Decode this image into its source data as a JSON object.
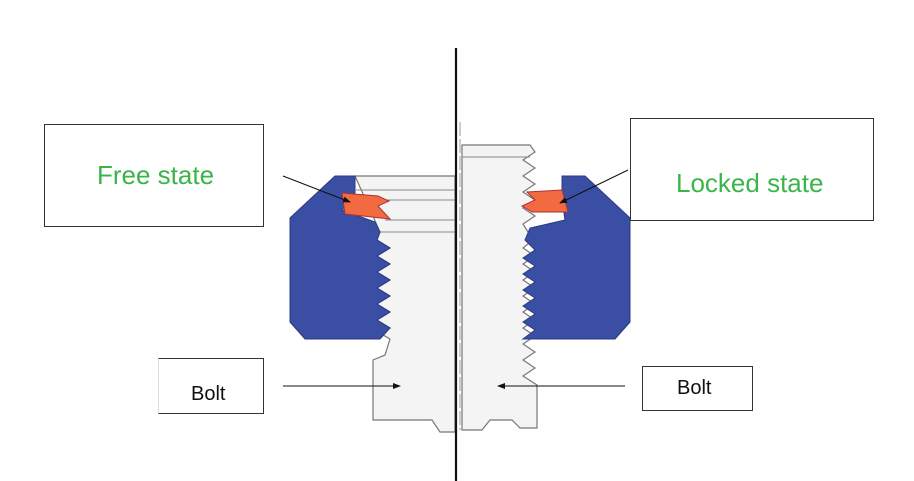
{
  "labels": {
    "free_state": "Free state",
    "locked_state": "Locked state",
    "bolt_left": "Bolt",
    "bolt_right": "Bolt"
  },
  "colors": {
    "nut": "#3a4fa3",
    "insert": "#f26a3f",
    "label_text": "#3bb54a"
  }
}
